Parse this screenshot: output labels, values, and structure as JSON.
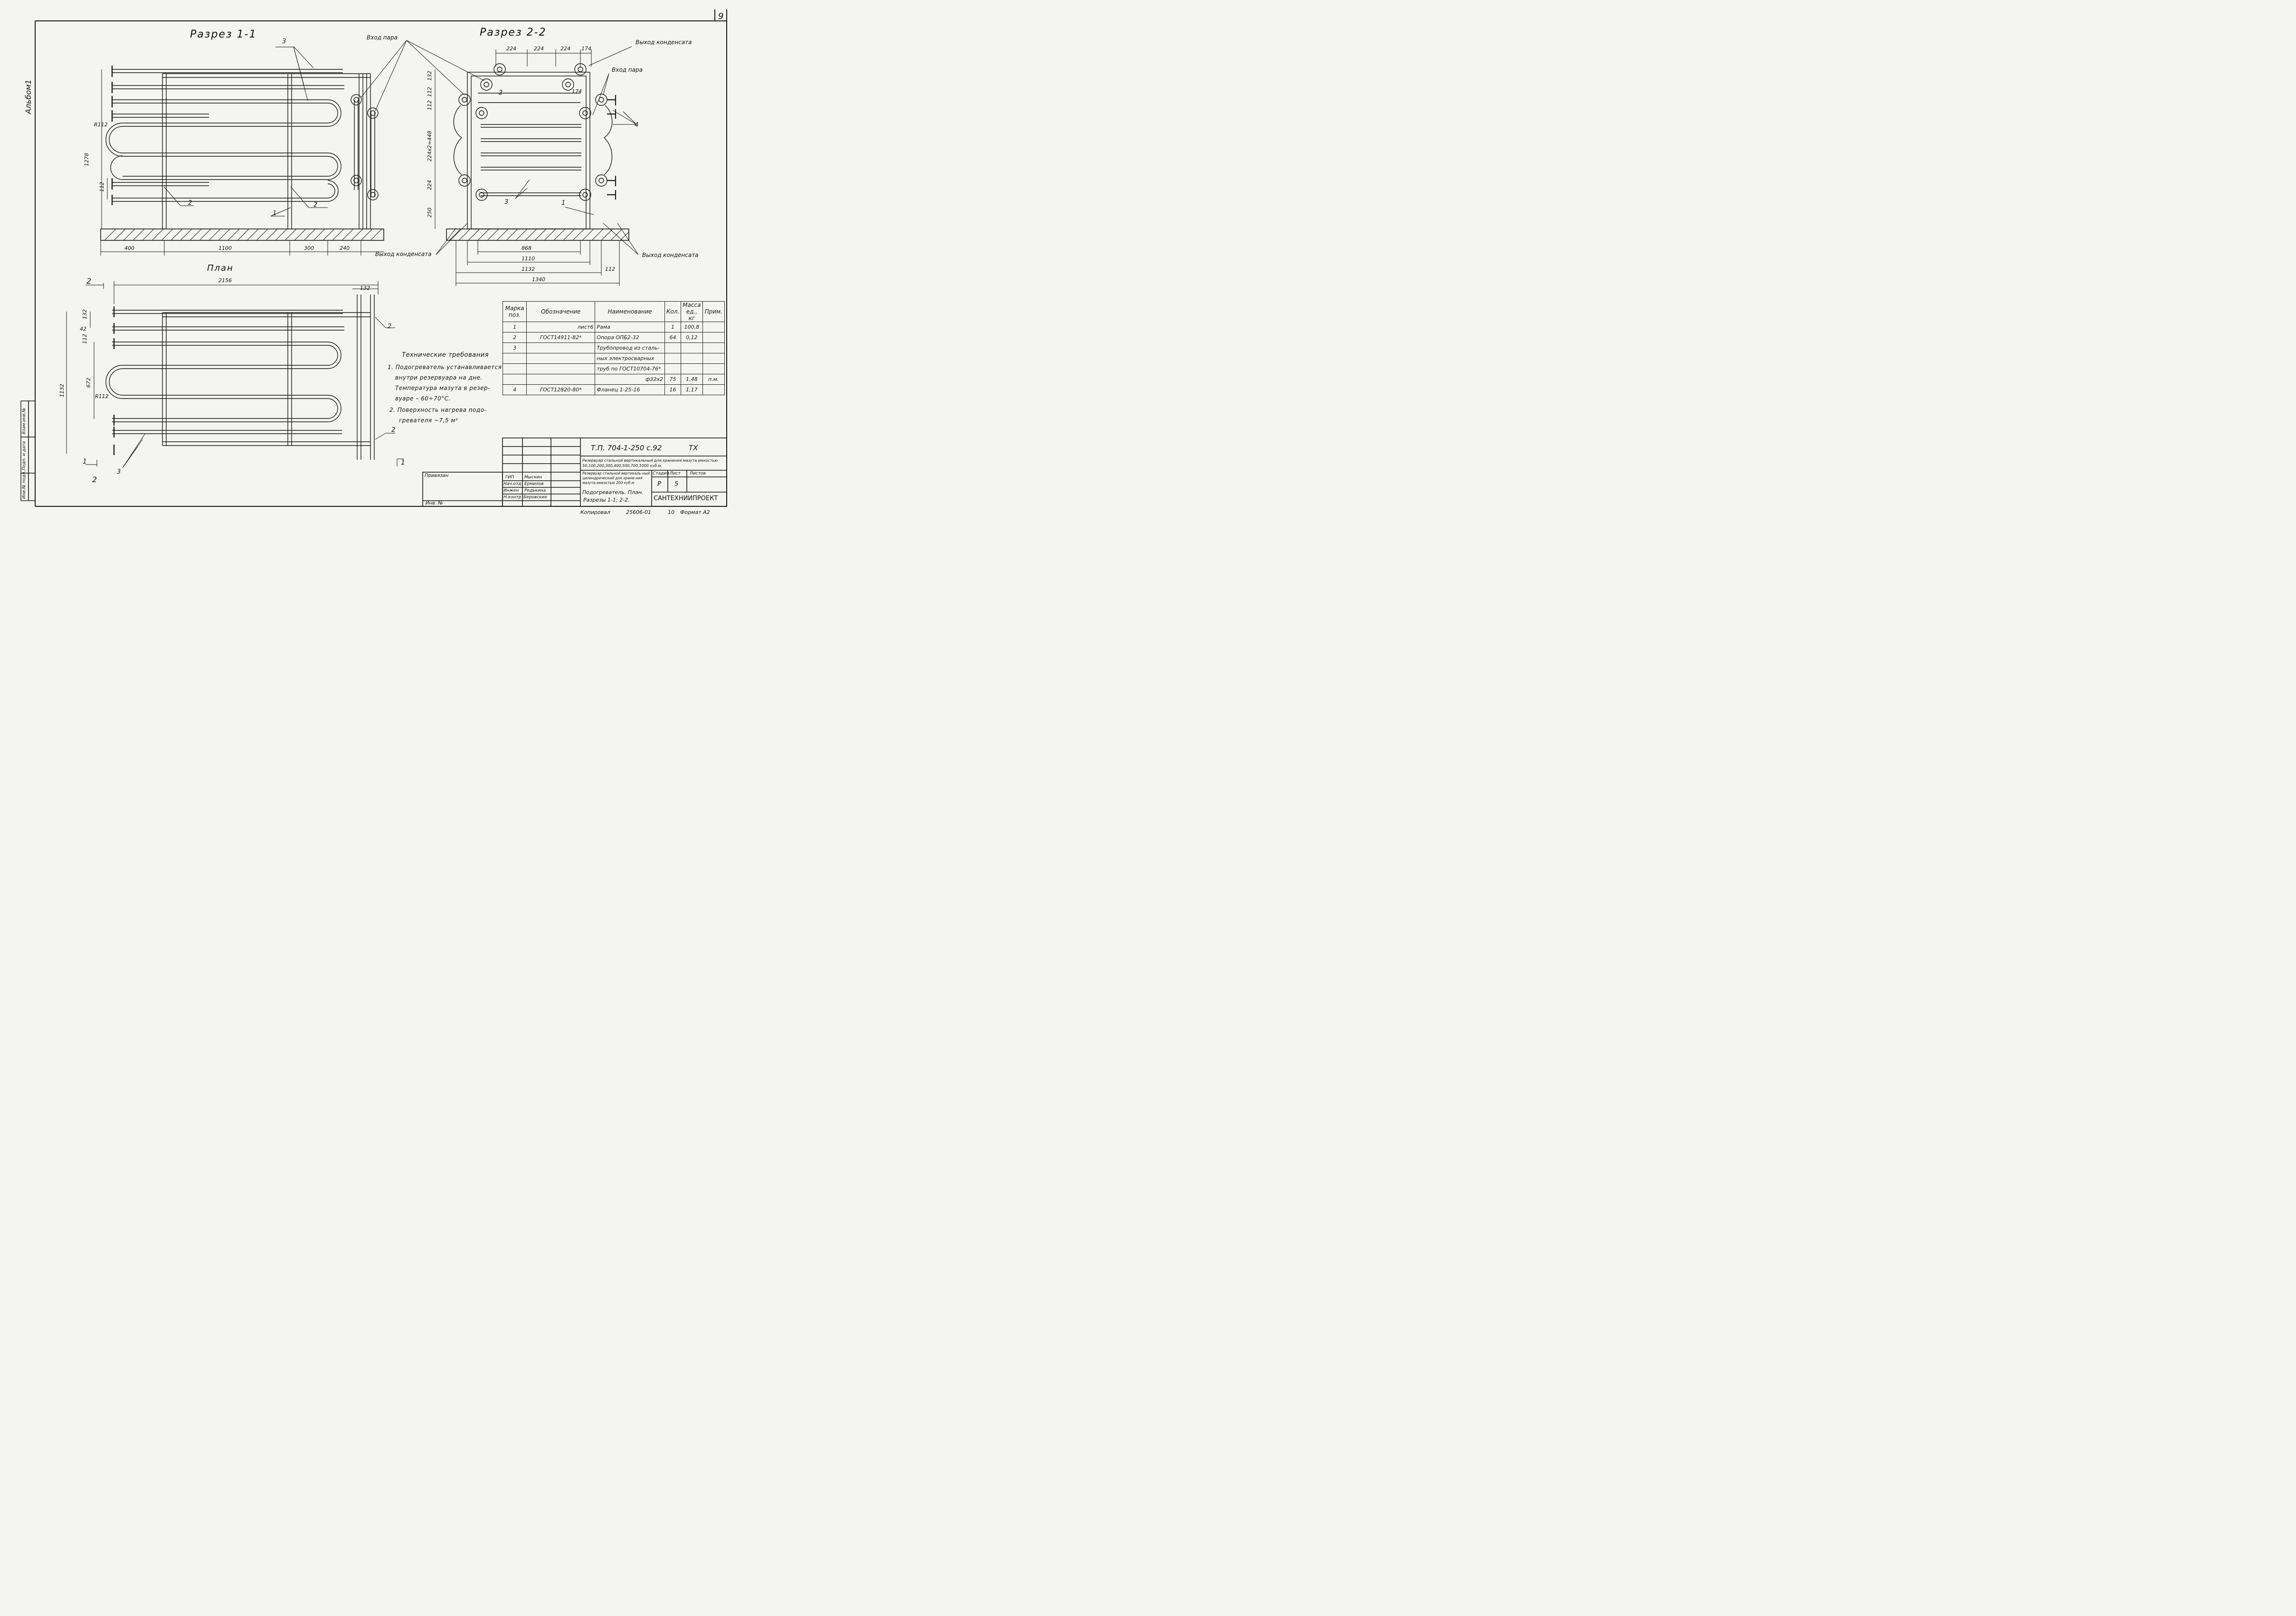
{
  "sheet": {
    "page_number": "9",
    "album_label": "Альбом1",
    "left_stamp_labels": [
      "Инв.№ подл.",
      "Подп. и дата",
      "Взам.инв.№"
    ]
  },
  "section_1": {
    "title": "Разрез 1-1",
    "vertical_dims": [
      "1278",
      "112"
    ],
    "bend_radius": "R112",
    "bottom_dims": [
      "400",
      "1100",
      "300",
      "240"
    ],
    "callouts": [
      "3",
      "2",
      "1",
      "2"
    ]
  },
  "section_2": {
    "title": "Разрез 2-2",
    "top_dims": [
      "224",
      "224",
      "224",
      "174"
    ],
    "vertical_dims": [
      "132",
      "112",
      "112",
      "224x2=448",
      "224",
      "250"
    ],
    "inner_dim": "174",
    "bottom_dims": [
      "868",
      "1110",
      "1132",
      "112",
      "1340"
    ],
    "callouts": [
      "2",
      "4",
      "3",
      "1"
    ]
  },
  "plan": {
    "title": "План",
    "top_dims": [
      "2156",
      "132"
    ],
    "left_dims": [
      "132",
      "42",
      "112",
      "672",
      "1132"
    ],
    "bend_radius": "R112",
    "callouts": [
      "2",
      "2",
      "3"
    ],
    "section_marks": [
      "2",
      "2",
      "1",
      "1"
    ]
  },
  "flow_labels": {
    "steam_in_1": "Вход пара",
    "steam_in_2": "Вход пара",
    "cond_out_top": "Выход конденсата",
    "cond_out_left": "Выход конденсата",
    "cond_out_right": "Выход конденсата"
  },
  "technical_requirements": {
    "heading": "Технические требования",
    "lines": [
      "1. Подогреватель устанавливается",
      "внутри резервуара на дне.",
      "Температура мазута в резер-",
      "вуаре – 60÷70°С.",
      "2. Поверхность нагрева подо-",
      "гревателя ~7,5 м²"
    ]
  },
  "spec_table": {
    "headers": [
      "Марка поз.",
      "Обозначение",
      "Наименование",
      "Кол.",
      "Масса ед., кг",
      "Прим."
    ],
    "rows": [
      [
        "1",
        "лист6",
        "Рама",
        "1",
        "100,8",
        ""
      ],
      [
        "2",
        "ГОСТ14911-82*",
        "Опора ОПБ2-32",
        "64",
        "0,12",
        ""
      ],
      [
        "3",
        "",
        "Трубопровод из сталь-",
        "",
        "",
        ""
      ],
      [
        "",
        "",
        "ных электросварных",
        "",
        "",
        ""
      ],
      [
        "",
        "",
        "труб по ГОСТ10704-76*",
        "",
        "",
        ""
      ],
      [
        "",
        "",
        "ф32x2",
        "75",
        "1,48",
        "п.м."
      ],
      [
        "4",
        "ГОСТ12820-80*",
        "Фланец 1-25-16",
        "16",
        "1,17",
        ""
      ]
    ]
  },
  "title_block": {
    "doc_code": "Т.П. 704-1-250 с.92",
    "doc_kind": "ТХ",
    "project_title": "Резервуар стальной вертикальный для хранения мазута емкостью 50,100,200,300,400,500,700,1000 куб.м.",
    "sheet_title_1": "Резервуар стальной вертикаль-ный цилиндрический для хране-ния мазута емкостью 200 куб.м",
    "sheet_title_2": "Подогреватель. План.",
    "sheet_title_3": "Разрезы 1-1; 2-2.",
    "col_stage": "Стадия",
    "col_sheet": "Лист",
    "col_sheets": "Листов",
    "stage": "Р",
    "sheet_no": "5",
    "org": "САНТЕХНИИПРОЕКТ",
    "binding": "Привязан",
    "inv": "Инв. №",
    "roles": [
      "ГИП",
      "Нач.отд",
      "Инжен",
      "Н.контр"
    ],
    "names": [
      "Мыскин",
      "Ермилов",
      "Редькина",
      "Беровских"
    ],
    "copied": "Копировал",
    "copied_code": "25606-01",
    "copied_no": "10",
    "format": "Формат А2"
  }
}
